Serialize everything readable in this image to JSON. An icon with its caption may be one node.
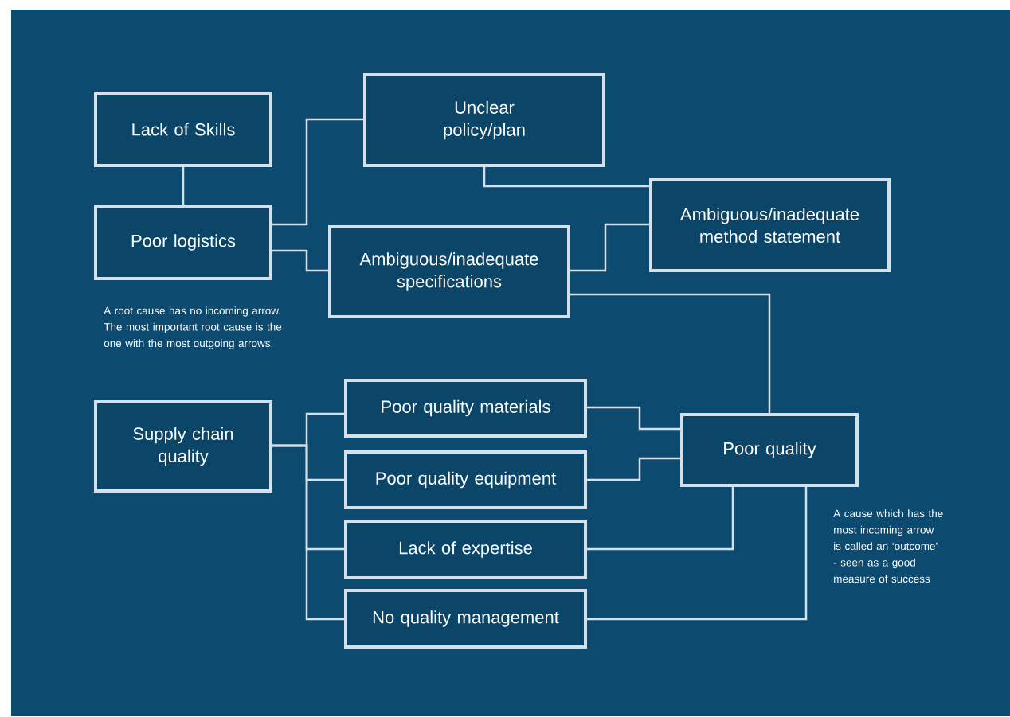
{
  "diagram": {
    "nodes": [
      {
        "text": [
          "Lack of Skills"
        ]
      },
      {
        "text": [
          "Unclear policy/plan"
        ]
      },
      {
        "text": [
          "Poor logistics"
        ]
      },
      {
        "text": [
          "Ambiguous/inadequate method statement"
        ]
      },
      {
        "text": [
          "Ambiguous/inadequate specifications"
        ]
      },
      {
        "text": [
          "Supply chain quality"
        ]
      },
      {
        "text": [
          "Poor quality materials"
        ]
      },
      {
        "text": [
          "Poor quality"
        ]
      },
      {
        "text": [
          "Poor quality equipment"
        ]
      },
      {
        "text": [
          "Lack of expertise"
        ]
      },
      {
        "text": [
          "No quality management"
        ]
      }
    ],
    "edges": [
      {
        "from": 0,
        "to": 2,
        "arrow": "none"
      },
      {
        "from": 2,
        "to": 1,
        "arrow": "none"
      },
      {
        "from": 2,
        "to": 4,
        "arrow": "none"
      },
      {
        "from": 1,
        "to": 3,
        "arrow": "none"
      },
      {
        "from": 4,
        "to": 3,
        "arrow": "none"
      },
      {
        "from": 4,
        "to": 7,
        "arrow": "none"
      },
      {
        "from": 5,
        "to": 6,
        "arrow": "none"
      },
      {
        "from": 5,
        "to": 8,
        "arrow": "none"
      },
      {
        "from": 5,
        "to": 9,
        "arrow": "none"
      },
      {
        "from": 5,
        "to": 10,
        "arrow": "none"
      },
      {
        "from": 6,
        "to": 7,
        "arrow": "none"
      },
      {
        "from": 8,
        "to": 7,
        "arrow": "none"
      },
      {
        "from": 9,
        "to": 7,
        "arrow": "none"
      },
      {
        "from": 10,
        "to": 7,
        "arrow": "none"
      }
    ],
    "labels": [
      "A root cause has no incoming arrow. The most important root cause is the one with the most outgoing arrows.",
      "A cause which has the most incoming arrow is called an ‘outcome’ - seen as a good measure of success"
    ]
  }
}
